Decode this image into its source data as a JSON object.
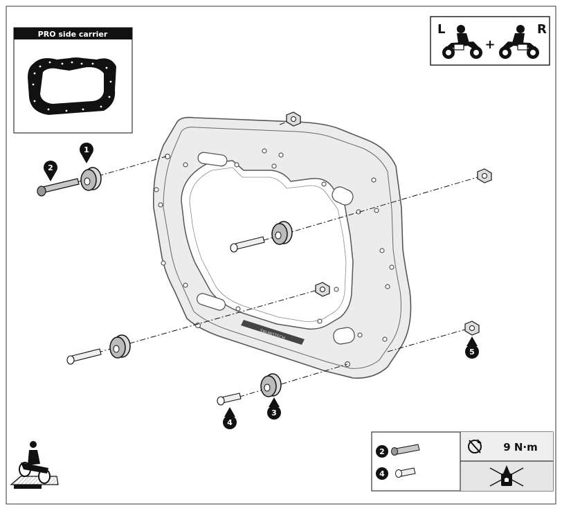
{
  "inset": {
    "label": "PRO side carrier"
  },
  "side_badge": {
    "left": "L",
    "right": "R",
    "plus": "+"
  },
  "callouts": [
    "1",
    "2",
    "3",
    "4",
    "5"
  ],
  "torque": {
    "value": "9 N·m",
    "rows": [
      "2",
      "4"
    ]
  },
  "frame_logo": "SW-MOTECH",
  "colors": {
    "ink": "#111111",
    "frame_fill": "#ececec",
    "frame_line": "#555555",
    "white": "#ffffff"
  },
  "icons": {
    "motorcycle_left": "motorcycle-rider-left-icon",
    "motorcycle_right": "motorcycle-rider-right-icon",
    "torque_wrench": "torque-wrench-icon",
    "no_threadlocker": "no-threadlocker-icon",
    "rider_pose": "rider-on-motorcycle-icon"
  }
}
